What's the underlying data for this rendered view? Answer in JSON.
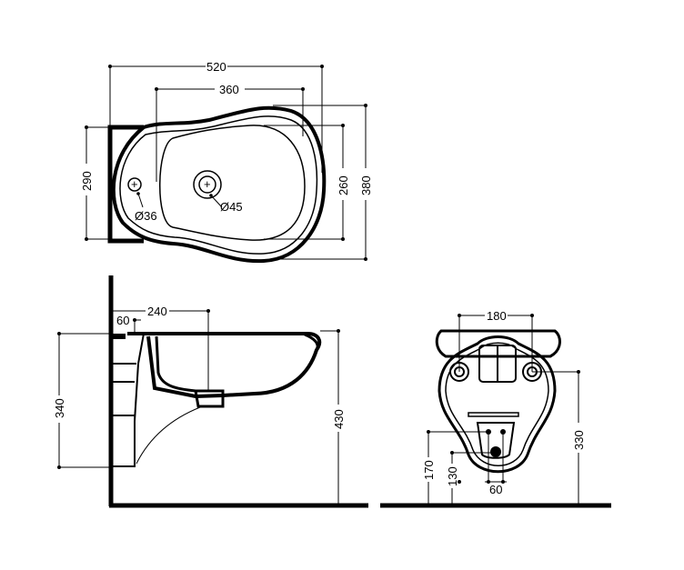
{
  "top_view": {
    "overall_width": "520",
    "bowl_width": "360",
    "overall_depth": "380",
    "bowl_depth": "260",
    "wall_depth": "290",
    "tap_hole": "Ø36",
    "drain_hole": "Ø45"
  },
  "side_view": {
    "drain_offset": "240",
    "wall_gap": "60",
    "bracket_height": "340",
    "rim_height": "430"
  },
  "front_view": {
    "fixing_spacing": "180",
    "fixing_height": "330",
    "supply_height": "170",
    "waste_height": "130",
    "supply_spacing": "60"
  }
}
